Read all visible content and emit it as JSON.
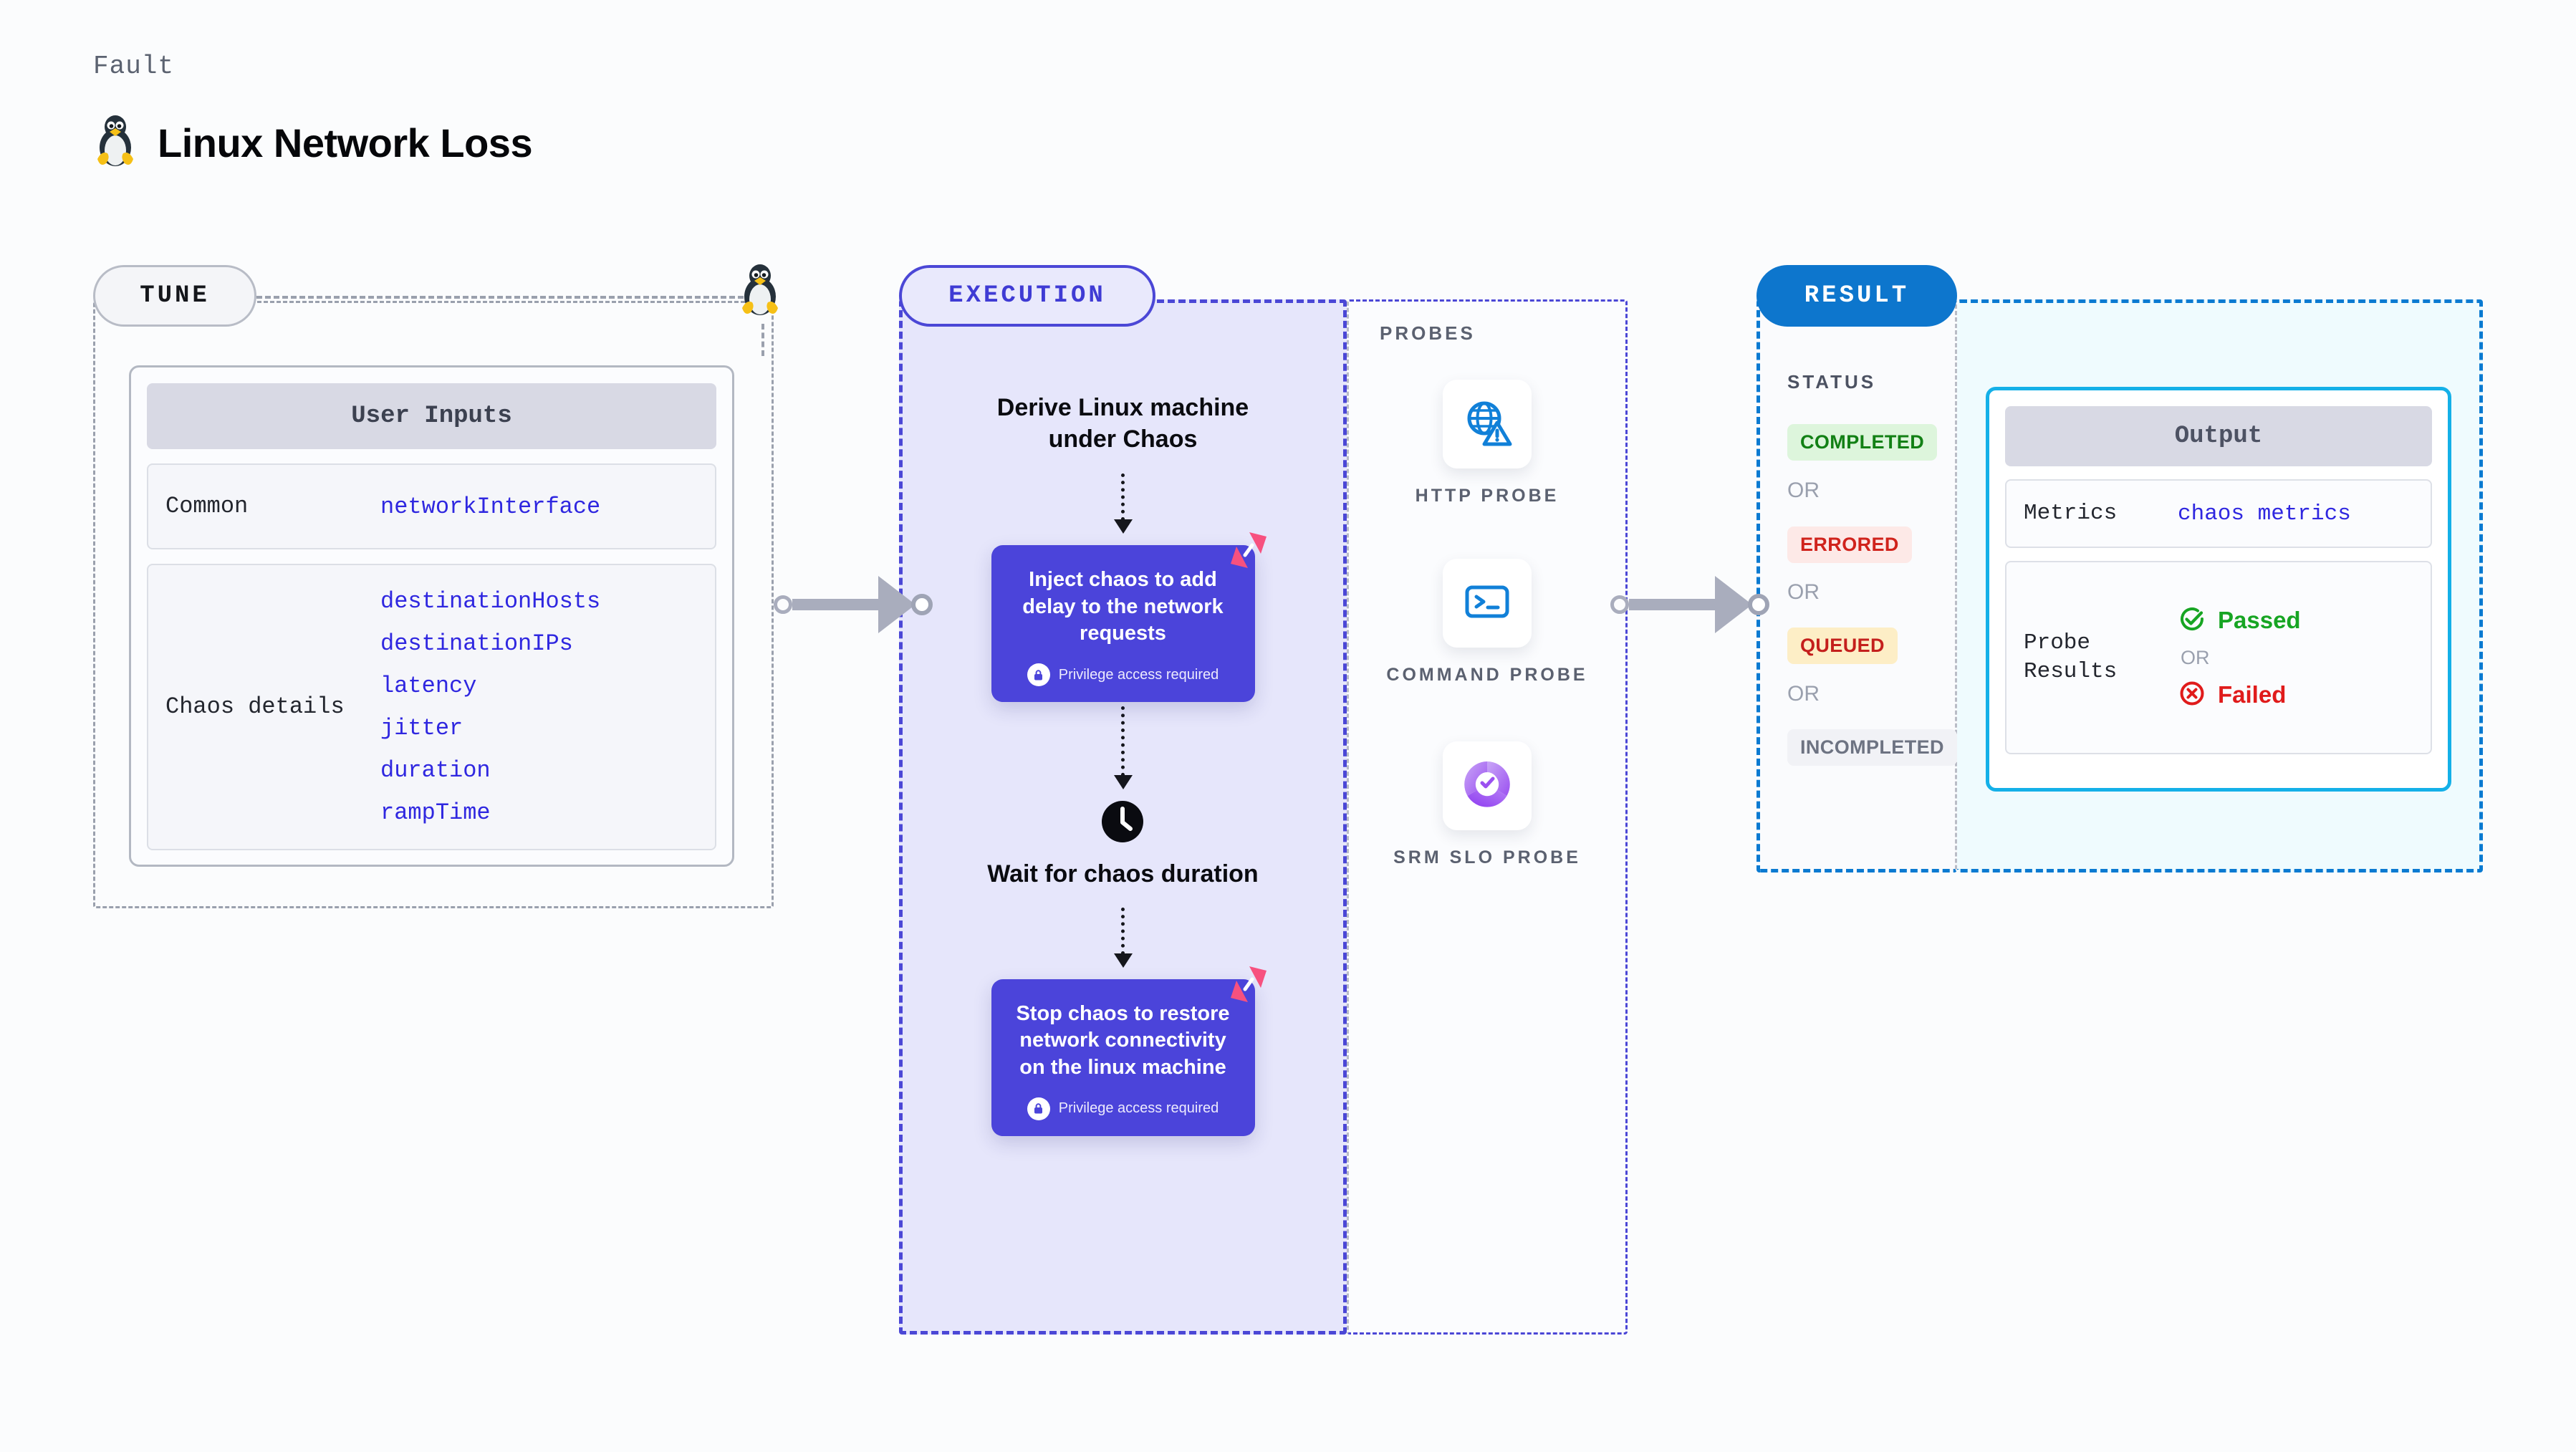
{
  "header": {
    "kicker": "Fault",
    "title": "Linux Network Loss",
    "icon": "linux-tux-icon"
  },
  "tune": {
    "badge": "TUNE",
    "icon": "linux-tux-icon",
    "card_title": "User Inputs",
    "rows": [
      {
        "label": "Common",
        "values": [
          "networkInterface"
        ]
      },
      {
        "label": "Chaos details",
        "values": [
          "destinationHosts",
          "destinationIPs",
          "latency",
          "jitter",
          "duration",
          "rampTime"
        ]
      }
    ]
  },
  "execution": {
    "badge": "EXECUTION",
    "step1": "Derive Linux machine under Chaos",
    "card1": {
      "text": "Inject chaos to add delay to the network requests",
      "privilege": "Privilege access required",
      "corner_icon": "harness-logo-icon",
      "lock_icon": "lock-icon"
    },
    "wait_step": "Wait for chaos duration",
    "wait_icon": "clock-icon",
    "card2": {
      "text": "Stop chaos to restore network connectivity on the linux machine",
      "privilege": "Privilege access required",
      "corner_icon": "harness-logo-icon",
      "lock_icon": "lock-icon"
    }
  },
  "probes": {
    "title": "PROBES",
    "items": [
      {
        "label": "HTTP PROBE",
        "icon": "globe-warning-icon"
      },
      {
        "label": "COMMAND PROBE",
        "icon": "terminal-icon"
      },
      {
        "label": "SRM SLO PROBE",
        "icon": "slo-donut-check-icon"
      }
    ]
  },
  "result": {
    "badge": "RESULT",
    "status_title": "STATUS",
    "or_label": "OR",
    "statuses": [
      {
        "label": "COMPLETED",
        "bg": "#ddf5dc",
        "fg": "#128015"
      },
      {
        "label": "ERRORED",
        "bg": "#fde9e7",
        "fg": "#d0231c"
      },
      {
        "label": "QUEUED",
        "bg": "#fdeec6",
        "fg": "#c41f1c"
      },
      {
        "label": "INCOMPLETED",
        "bg": "#f1f2f6",
        "fg": "#6d7382"
      }
    ]
  },
  "output": {
    "card_title": "Output",
    "metrics_label": "Metrics",
    "metrics_value": "chaos metrics",
    "probe_results_label": "Probe Results",
    "or_label": "OR",
    "passed": {
      "text": "Passed",
      "icon": "check-circle-icon",
      "color": "#17a523"
    },
    "failed": {
      "text": "Failed",
      "icon": "x-circle-icon",
      "color": "#e01b1b"
    }
  }
}
